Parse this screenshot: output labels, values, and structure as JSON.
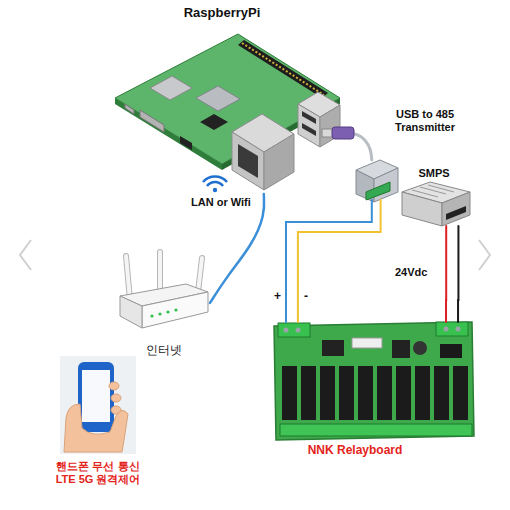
{
  "diagram": {
    "nodes": [
      {
        "text": [
          "RaspberryPi"
        ]
      },
      {
        "text": [
          "USB to 485 Transmitter"
        ]
      },
      {
        "text": [
          "SMPS"
        ]
      },
      {
        "text": [
          "인터넷"
        ]
      },
      {
        "text": [
          "NNK Relayboard"
        ]
      },
      {
        "text": [
          "핸드폰 무선 통신 LTE 5G 원격제어"
        ]
      }
    ],
    "edges": [
      {
        "from": 0,
        "to": 1,
        "arrow": "none"
      },
      {
        "from": 0,
        "to": 3,
        "label": "LAN or Wifi",
        "arrow": "none"
      },
      {
        "from": 1,
        "to": 4,
        "arrow": "none"
      },
      {
        "from": 2,
        "to": 4,
        "label": "24Vdc",
        "arrow": "none"
      }
    ],
    "labels": [
      "+",
      "-"
    ]
  }
}
